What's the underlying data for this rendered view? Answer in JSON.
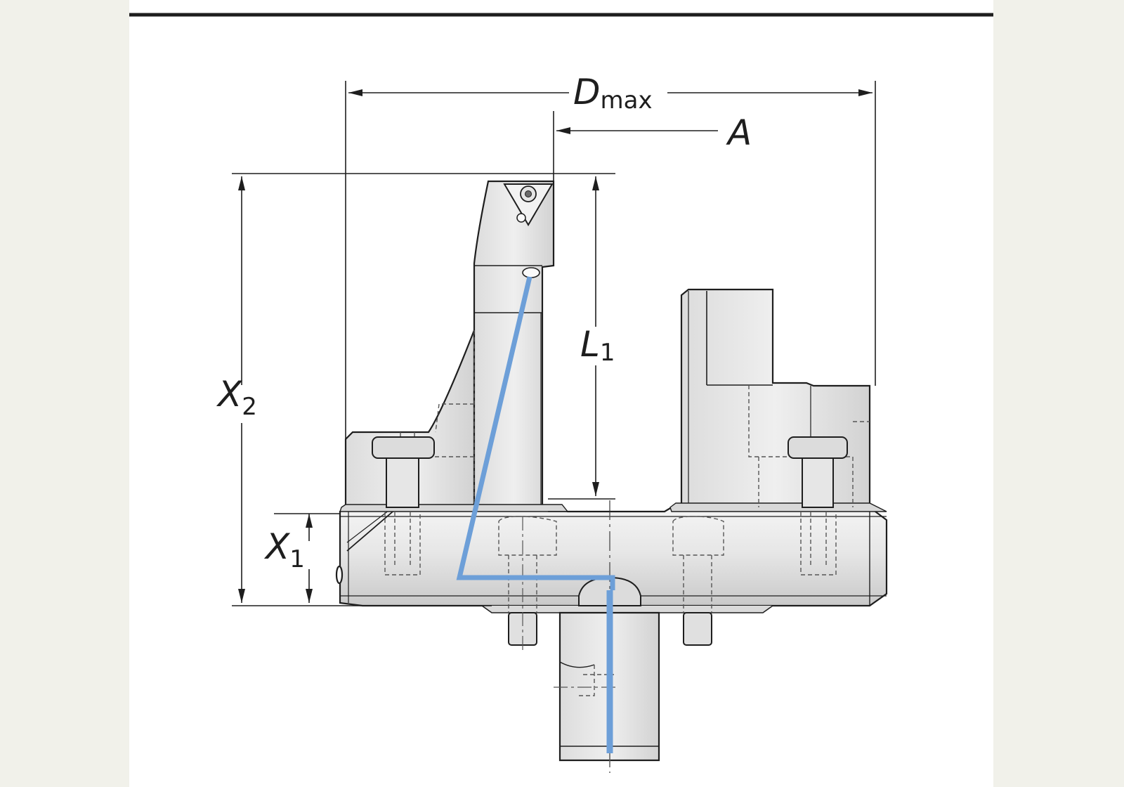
{
  "labels": {
    "dmax": {
      "main": "D",
      "sub": "max"
    },
    "a": {
      "main": "A"
    },
    "l1": {
      "main": "L",
      "sub": "1"
    },
    "x2": {
      "main": "X",
      "sub": "2"
    },
    "x1": {
      "main": "X",
      "sub": "1"
    }
  },
  "colors": {
    "line": "#1e1e1e",
    "part_fill": "#e6e6e6",
    "dashed": "#555555",
    "coolant_path": "#6d9fd8"
  }
}
